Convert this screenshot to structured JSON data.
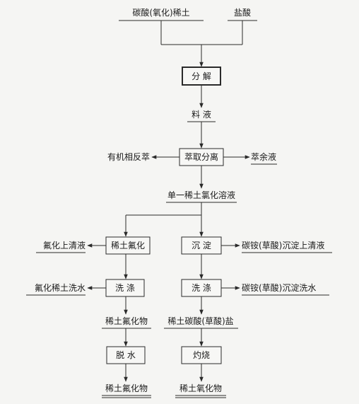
{
  "diagram": {
    "inputs": {
      "rare_earth_carbonate": "碳酸(氧化)稀土",
      "hydrochloric_acid": "盐酸"
    },
    "decompose": "分 解",
    "feed_liquid": "料 液",
    "extraction": "萃取分离",
    "organic_back_extract": "有机相反萃",
    "raffinate": "萃余液",
    "single_re_chloride": "单一稀土氯化溶液",
    "fluorination": "稀土氟化",
    "fluorination_supernatant": "氟化上清液",
    "wash_left": "洗 涤",
    "fluoride_wash_water": "氟化稀土洗水",
    "re_fluoride": "稀土氟化物",
    "dehydrate": "脱 水",
    "re_fluoride_product": "稀土氟化物",
    "precipitation": "沉 淀",
    "precip_supernatant": "碳铵(草酸)沉淀上清液",
    "wash_right": "洗 涤",
    "precip_wash_water": "碳铵(草酸)沉淀洗水",
    "re_carbonate_salt": "稀土碳酸(草酸)盐",
    "calcine": "灼烧",
    "re_oxide_product": "稀土氧化物"
  }
}
